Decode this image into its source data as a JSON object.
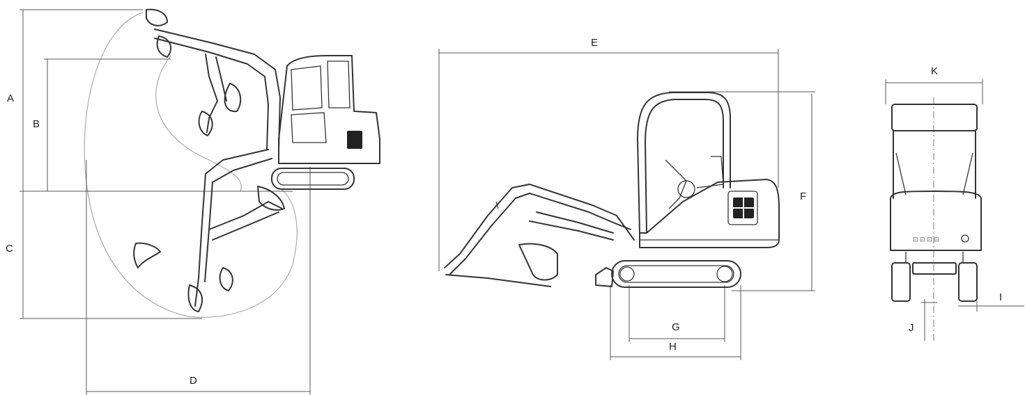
{
  "dimension_labels": {
    "A": "A",
    "B": "B",
    "C": "C",
    "D": "D",
    "E": "E",
    "F": "F",
    "G": "G",
    "H": "H",
    "I": "I",
    "J": "J",
    "K": "K"
  }
}
